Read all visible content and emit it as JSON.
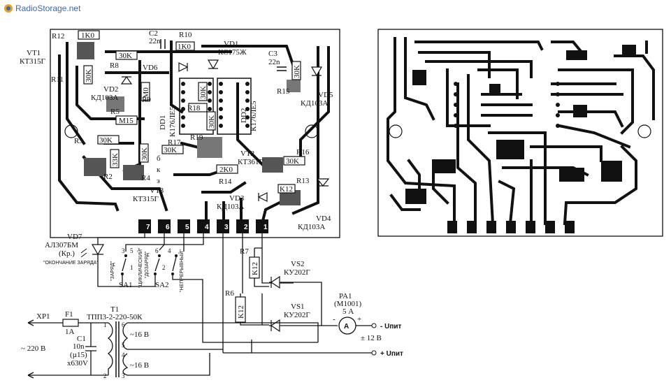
{
  "watermark": "RadioStorage.net",
  "left_board": {
    "components": {
      "r12": "R12",
      "r12_val": "1K0",
      "c2": "C2",
      "c2_val": "22n",
      "r10": "R10",
      "r10_val": "1K0",
      "vd1": "VD1",
      "vd1_val": "КС175Ж",
      "c3": "C3",
      "c3_val": "22n",
      "vt1": "VT1",
      "vt1_val": "КТ315Г",
      "r8": "R8",
      "r8_val": "30K",
      "vd6": "VD6",
      "r11": "R11",
      "r11_val": "30K",
      "vd2": "VD2",
      "vd2_val": "КД103А",
      "r9": "R9",
      "r9_val": "1М0",
      "r15": "R15",
      "r15_val": "30K",
      "vd5": "VD5",
      "vd5_val": "КД103А",
      "r5": "R5",
      "r5_val": "М15",
      "dd1": "DD1",
      "dd1_val": "К176ЛЕ5",
      "r18": "R18",
      "r18_val": "30K",
      "dd2": "DD2",
      "dd2_val": "К176ЛЕ5",
      "r3": "R3",
      "r3_val": "30K",
      "r19": "R19",
      "r19_val": "30K",
      "r17": "R17",
      "r17_val": "30K",
      "r2": "R2",
      "r2_val": "33K",
      "vt2": "VT2",
      "vt2_val": "КТ361Г",
      "r16": "R16",
      "r16_val": "30K",
      "r4": "R4",
      "r4_val": "30K",
      "r14": "R14",
      "r14_val": "2K0",
      "r13": "R13",
      "r13_val": "K12",
      "vt3": "VT3",
      "vt3_val": "КТ315Г",
      "vd3": "VD3",
      "vd3_val": "КД103А",
      "vd4": "VD4",
      "vd4_val": "КД103А",
      "pin_b": "б",
      "pin_k": "к",
      "pin_e": "э"
    },
    "pins": [
      "7",
      "6",
      "5",
      "4",
      "3",
      "2",
      "1"
    ]
  },
  "schematic": {
    "vd7": "VD7",
    "vd7_val": "АЛ307БМ",
    "vd7_color": "(Кр.)",
    "vd7_note": "\"ОКОНЧАНИЕ ЗАРЯДА\"",
    "sa1": "SA1",
    "sa1_mode": "\"ЗАРЯД\"",
    "sa2": "SA2",
    "sa2_mode1": "\"ДОЗАРЯД\"",
    "sa2_mode2": "\"ЦИКЛИЧЕСКИЙ\"",
    "sa2_mode3": "\"НЕПРЕРЫВНЫЙ\"",
    "sw_pin_1": "1",
    "sw_pin_2": "2",
    "sw_pin_3": "3",
    "sw_pin_4": "4",
    "sw_pin_5": "5",
    "sw_pin_6": "6",
    "r7": "R7",
    "r7_val": "K12",
    "r6": "R6",
    "r6_val": "K12",
    "vs2": "VS2",
    "vs2_val": "КУ202Г",
    "vs1": "VS1",
    "vs1_val": "КУ202Г",
    "pa1": "PA1",
    "pa1_val": "(М1001)",
    "pa1_range": "5 А",
    "pa1_symbol": "A",
    "xp1": "XP1",
    "f1": "F1",
    "f1_val": "1А",
    "t1": "T1",
    "t1_val": "ТПП3-2-220-50К",
    "c1": "C1",
    "c1_val": "10n",
    "c1_val2": "(µ15)",
    "c1_volt": "x630V",
    "winding_1": "1",
    "winding_2": "2",
    "winding_3": "3",
    "winding_4": "4",
    "winding_5": "5",
    "winding_6": "6",
    "sec_volt1": "~16 В",
    "sec_volt2": "~16 В",
    "mains": "~ 220 В",
    "out_neg": "- Uпит",
    "out_pos": "+ Uпит",
    "out_volt": "± 12 В",
    "plus": "+",
    "minus": "-"
  }
}
